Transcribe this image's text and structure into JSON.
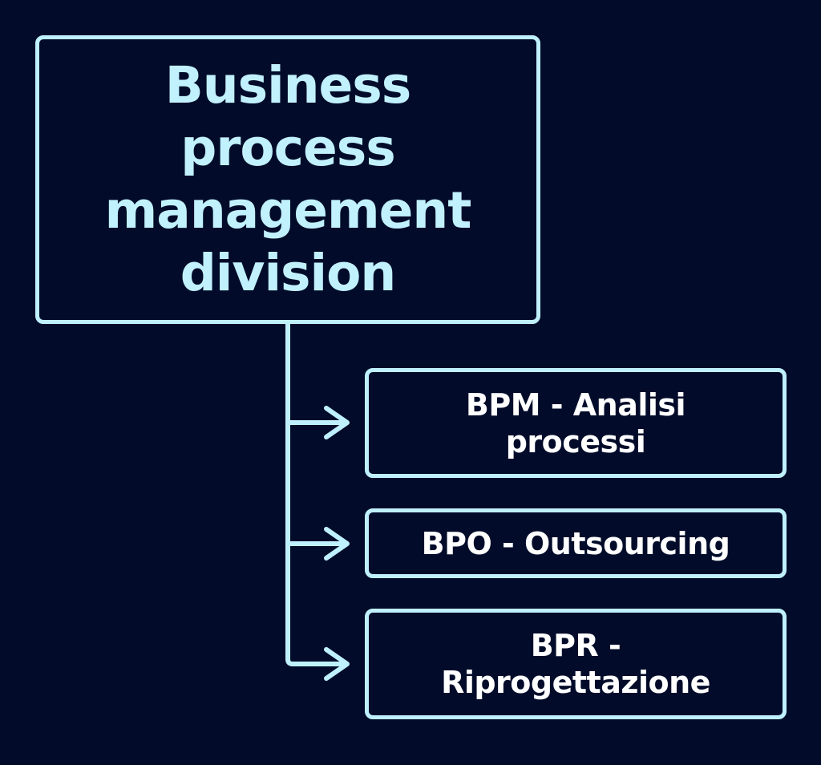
{
  "diagram": {
    "root": {
      "label": "Business\nprocess\nmanagement\ndivision"
    },
    "children": [
      {
        "label": "BPM - Analisi\nprocessi"
      },
      {
        "label": "BPO - Outsourcing"
      },
      {
        "label": "BPR -\nRiprogettazione"
      }
    ]
  },
  "colors": {
    "background": "#020c2a",
    "stroke": "#bff0fd",
    "root_text": "#c1f1fd",
    "child_text": "#ffffff"
  }
}
